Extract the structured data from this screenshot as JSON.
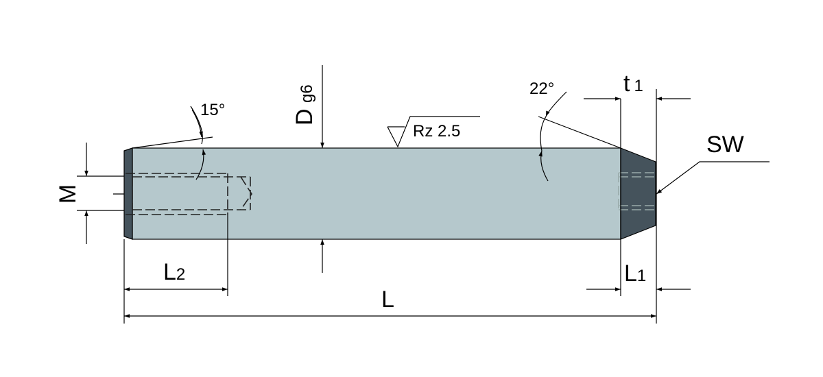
{
  "labels": {
    "M": "M",
    "D": "D",
    "D_tol": "g6",
    "surface": "Rz 2.5",
    "angle_left": "15°",
    "angle_right": "22°",
    "t1_main": "t",
    "t1_sub": "1",
    "SW": "SW",
    "L2_main": "L",
    "L2_sub": "2",
    "L1_main": "L",
    "L1_sub": "1",
    "L": "L"
  },
  "colors": {
    "body": "#b5c8cc",
    "end": "#45535c"
  }
}
